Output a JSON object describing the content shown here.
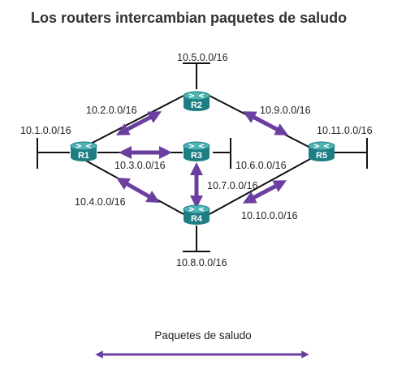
{
  "title": "Los routers intercambian paquetes de saludo",
  "routers": [
    "R1",
    "R2",
    "R3",
    "R4",
    "R5"
  ],
  "networks": {
    "n10_1": "10.1.0.0/16",
    "n10_2": "10.2.0.0/16",
    "n10_3": "10.3.0.0/16",
    "n10_4": "10.4.0.0/16",
    "n10_5": "10.5.0.0/16",
    "n10_6": "10.6.0.0/16",
    "n10_7": "10.7.0.0/16",
    "n10_8": "10.8.0.0/16",
    "n10_9": "10.9.0.0/16",
    "n10_10": "10.10.0.0/16",
    "n10_11": "10.11.0.0/16"
  },
  "legend": {
    "label": "Paquetes de saludo"
  },
  "colors": {
    "arrow": "#6b3fa0",
    "router_top": "#4fb3b3",
    "router_body": "#1d7e83",
    "line": "#111111"
  }
}
